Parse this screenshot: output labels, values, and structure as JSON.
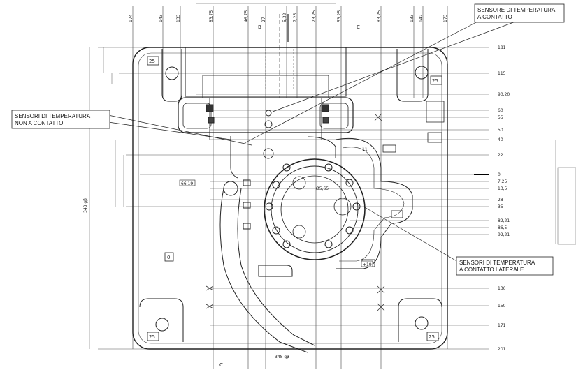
{
  "callouts": {
    "top_right": {
      "line1": "SENSORE DI TEMPERATURA",
      "line2": "A CONTATTO"
    },
    "left": {
      "line1": "SENSORI DI TEMPERATURA",
      "line2": "NON A CONTATTO"
    },
    "bottom_right": {
      "line1": "SENSORI DI TEMPERATURA",
      "line2": "A CONTATTO LATERALE"
    }
  },
  "corner_tags": [
    "25",
    "25",
    "25",
    "25"
  ],
  "misc_tags": {
    "zero": "0",
    "ref_a": "66,19",
    "ref_b": "Ø5,65",
    "ref_c": "11",
    "ref_d": "+19",
    "section_b": "B",
    "section_c": "C",
    "section_c2": "C",
    "bottom_dim": "348 gβ",
    "left_dim": "348 gβ"
  },
  "top_dims": [
    "174",
    "143",
    "133",
    "83,75",
    "46,75",
    "27",
    "5,32",
    "7,25",
    "23,25",
    "53,25",
    "83,25",
    "133",
    "142",
    "173"
  ],
  "right_dims": [
    "181",
    "115",
    "90,20",
    "60",
    "55",
    "50",
    "40",
    "22",
    "0",
    "7,25",
    "13,5",
    "28",
    "35",
    "82,21",
    "86,5",
    "92,21",
    "136",
    "150",
    "171",
    "201"
  ]
}
